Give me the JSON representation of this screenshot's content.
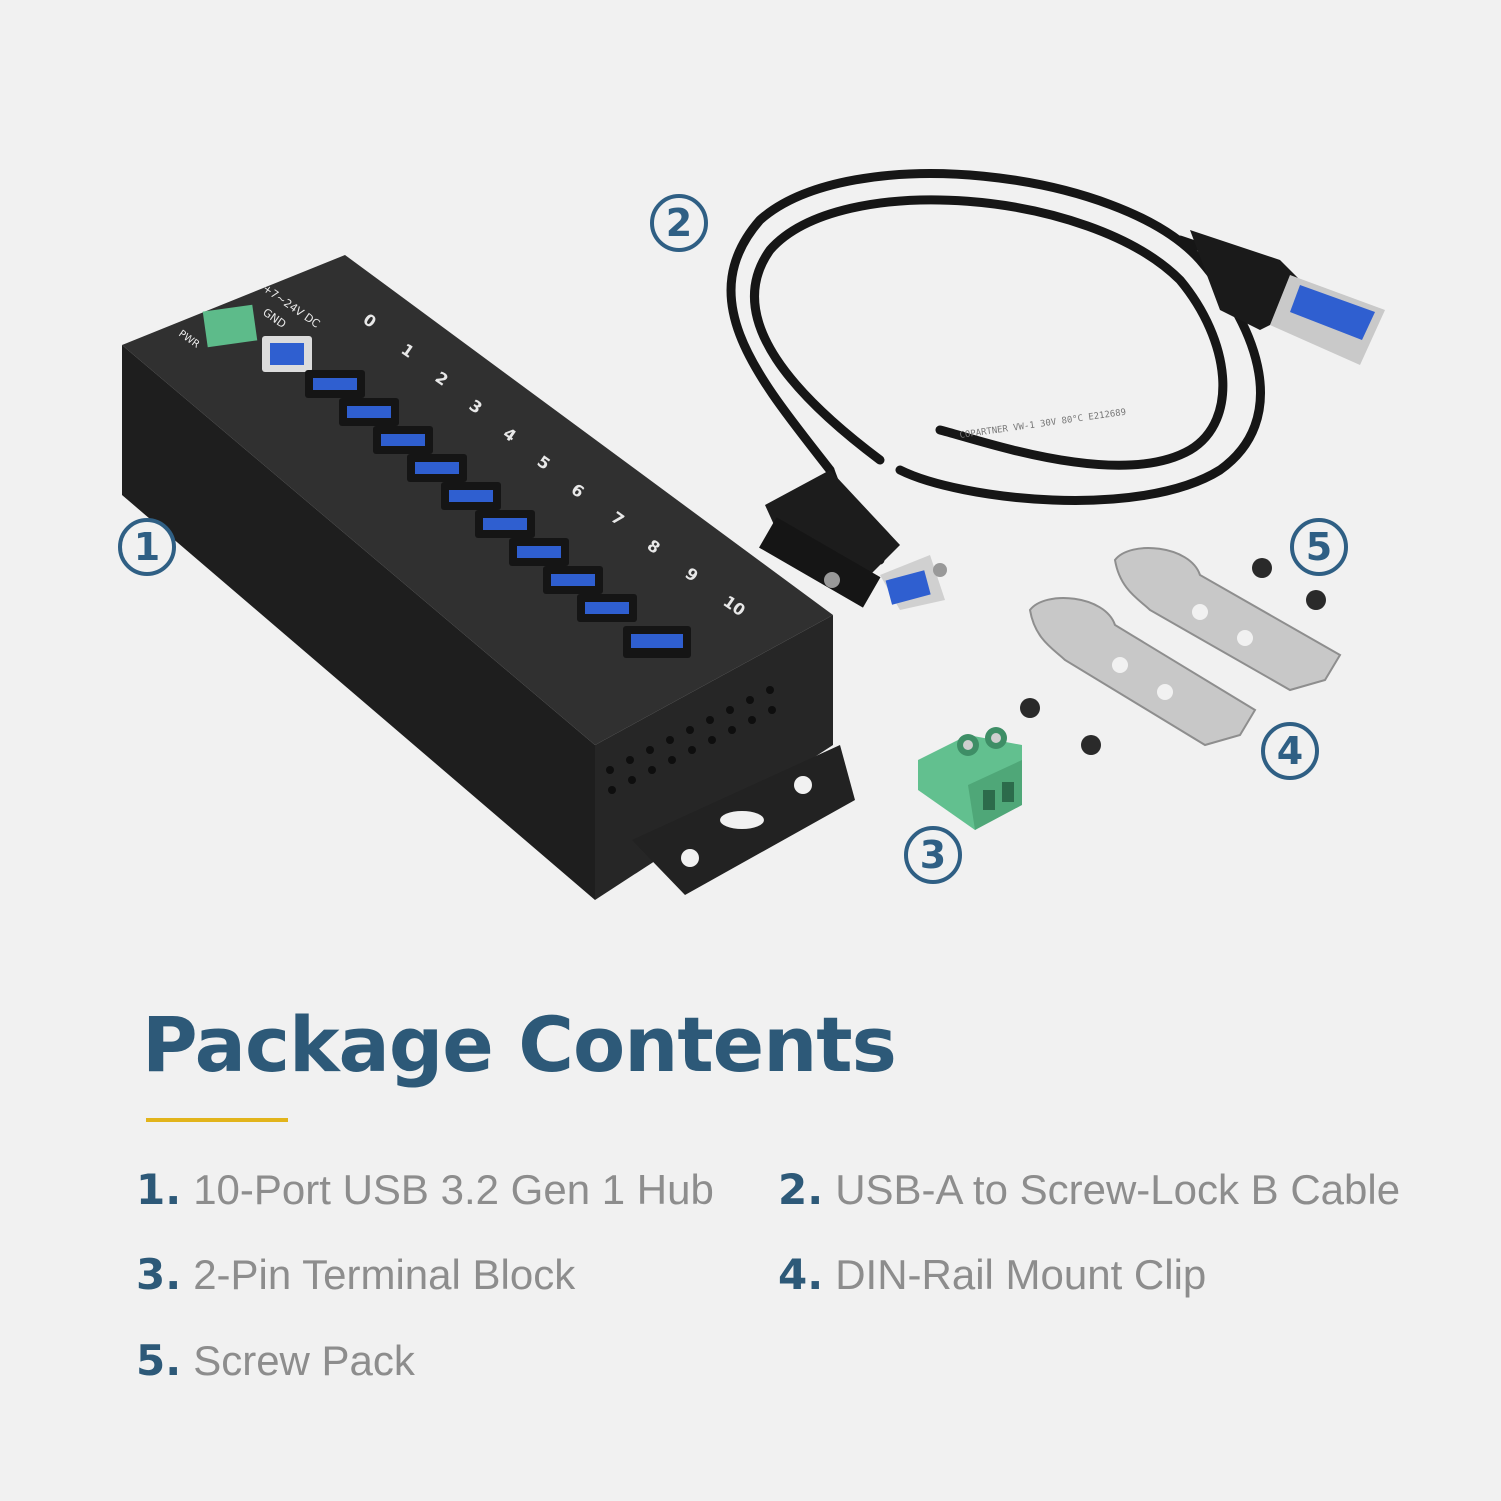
{
  "product_image": {
    "hub": {
      "power_label": "+7~24V DC",
      "gnd_label": "GND",
      "pwr_led_label": "PWR",
      "port_numbers": [
        "0",
        "1",
        "2",
        "3",
        "4",
        "5",
        "6",
        "7",
        "8",
        "9",
        "10"
      ]
    },
    "cable_print": "COPARTNER  VW-1  30V  80°C  E212689",
    "callouts": [
      "1",
      "2",
      "3",
      "4",
      "5"
    ]
  },
  "section": {
    "title": "Package Contents",
    "accent_color": "#e2b41b",
    "title_color": "#2d5978"
  },
  "contents": [
    {
      "number": "1.",
      "label": "10-Port USB 3.2 Gen 1 Hub"
    },
    {
      "number": "2.",
      "label": "USB-A to Screw-Lock B Cable"
    },
    {
      "number": "3.",
      "label": "2-Pin Terminal Block"
    },
    {
      "number": "4.",
      "label": "DIN-Rail Mount Clip"
    },
    {
      "number": "5.",
      "label": "Screw Pack"
    }
  ],
  "colors": {
    "background": "#f1f1f1",
    "hub_body": "#2b2b2b",
    "usb_blue": "#2f5fd0",
    "terminal_green": "#5dbb8a",
    "metal": "#c8c8c8"
  }
}
